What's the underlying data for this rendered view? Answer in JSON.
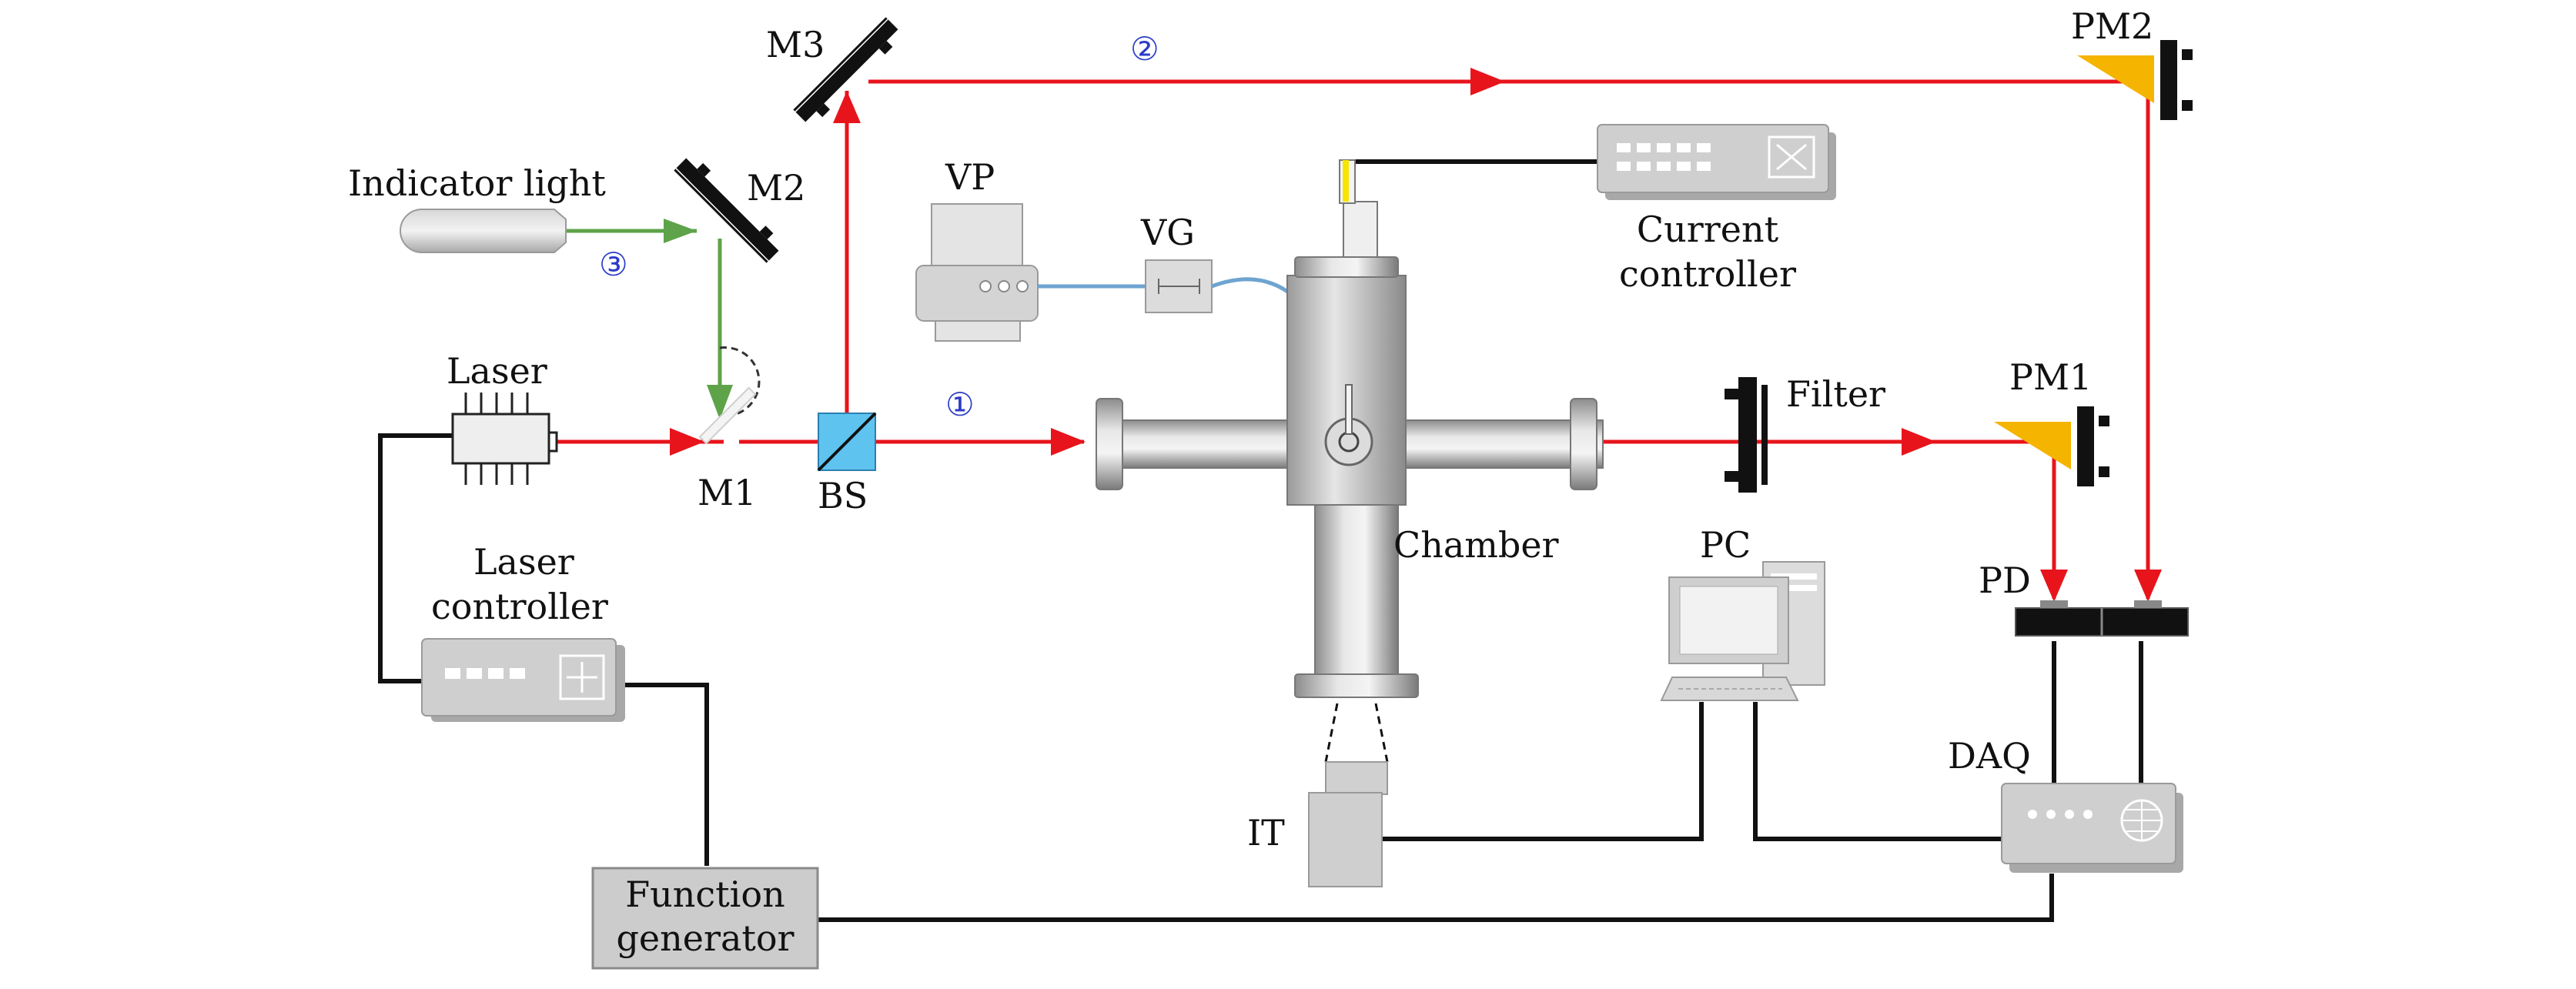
{
  "labels": {
    "indicator_light": "Indicator light",
    "m1": "M1",
    "m2": "M2",
    "m3": "M3",
    "bs": "BS",
    "laser": "Laser",
    "laser_controller_1": "Laser",
    "laser_controller_2": "controller",
    "function_generator_1": "Function",
    "function_generator_2": "generator",
    "vp": "VP",
    "vg": "VG",
    "current_controller_1": "Current",
    "current_controller_2": "controller",
    "chamber": "Chamber",
    "it": "IT",
    "pc": "PC",
    "filter": "Filter",
    "pm1": "PM1",
    "pm2": "PM2",
    "pd": "PD",
    "daq": "DAQ"
  },
  "beam_markers": {
    "beam1": "①",
    "beam2": "②",
    "beam3": "③"
  },
  "colors": {
    "laser_beam": "#e8141c",
    "indicator_beam": "#5ea34a",
    "beam_splitter": "#5fc3f0",
    "power_meter": "#f5b400",
    "device_gray": "#c8c8c8",
    "marker_blue": "#2d3cc8"
  }
}
